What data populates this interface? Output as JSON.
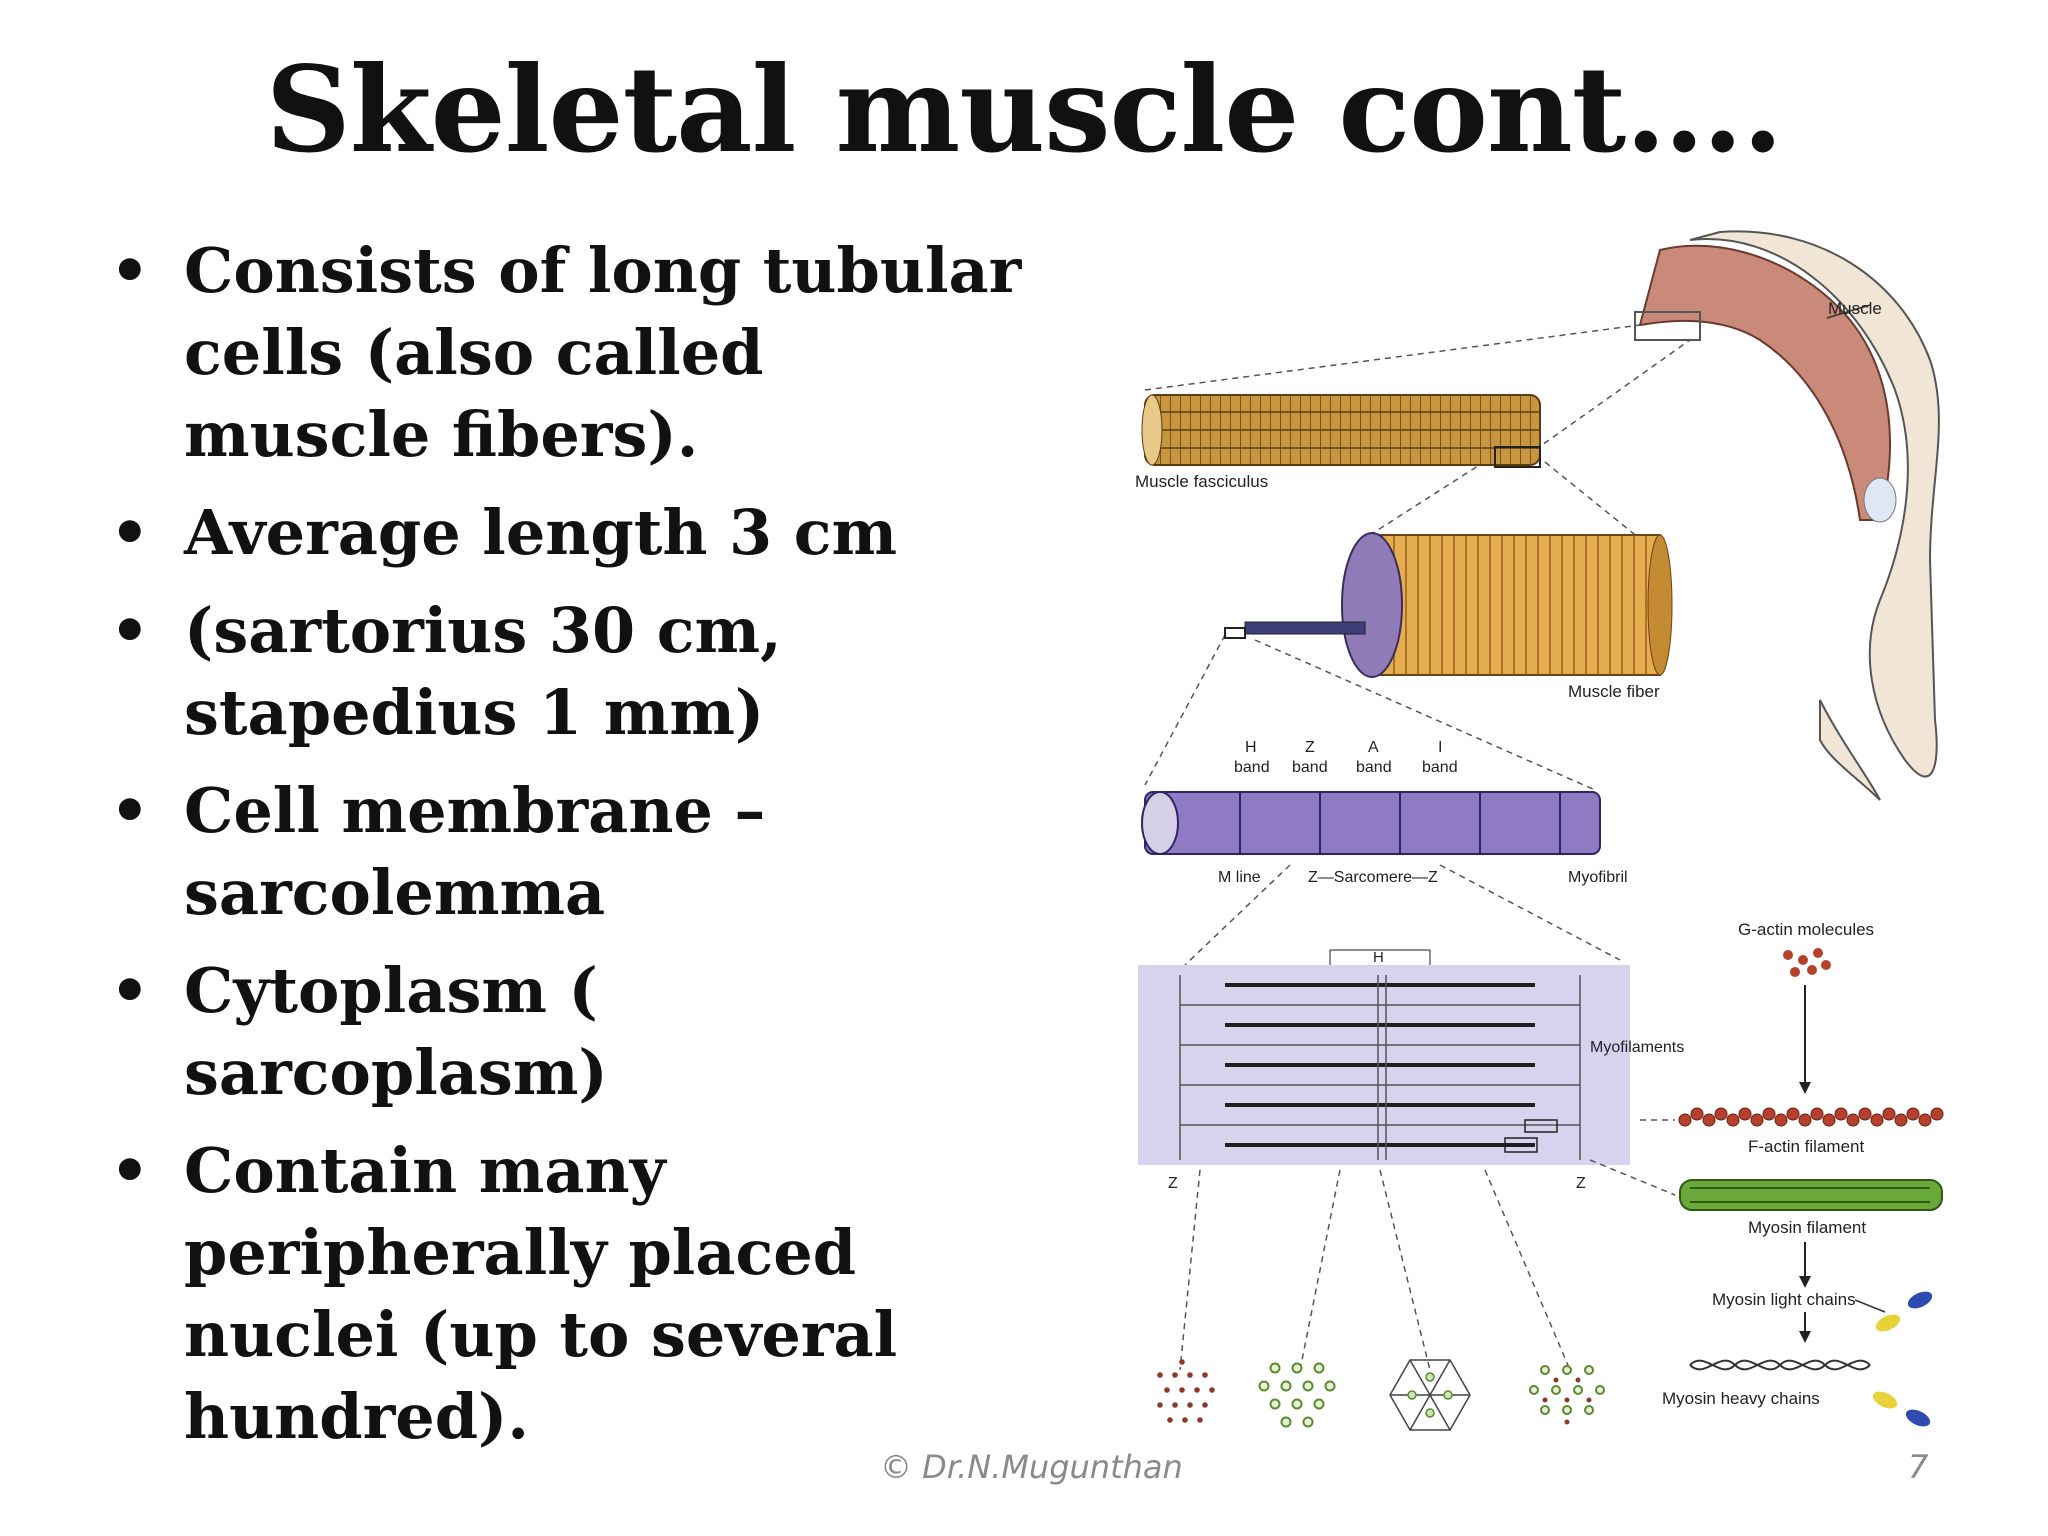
{
  "slide": {
    "title": "Skeletal muscle cont….",
    "bullets": [
      "Consists of long tubular cells (also called muscle fibers).",
      "Average length 3 cm",
      "(sartorius 30 cm, stapedius 1 mm)",
      "Cell membrane – sarcolemma",
      "Cytoplasm ( sarcoplasm)",
      "Contain many peripherally placed nuclei (up to several hundred)."
    ],
    "footer": "© Dr.N.Mugunthan",
    "page_number": "7"
  },
  "figure_labels": {
    "muscle": "Muscle",
    "muscle_fasciculus": "Muscle fasciculus",
    "muscle_fiber": "Muscle fiber",
    "h_band_1": "H",
    "h_band_2": "band",
    "z_band_1": "Z",
    "z_band_2": "band",
    "a_band_1": "A",
    "a_band_2": "band",
    "i_band_1": "I",
    "i_band_2": "band",
    "m_line": "M line",
    "sarcomere": "Z—Sarcomere—Z",
    "myofibril": "Myofibril",
    "h_zone": "H",
    "myofilaments": "Myofilaments",
    "z_left": "Z",
    "z_right": "Z",
    "g_actin": "G-actin molecules",
    "f_actin": "F-actin filament",
    "myosin_filament": "Myosin filament",
    "myosin_light": "Myosin light chains",
    "myosin_heavy": "Myosin heavy chains"
  },
  "colors": {
    "fasciculus": "#c8963e",
    "muscle_fiber": "#e6ad4f",
    "myofibril": "#8f7bc4",
    "myofilament_bg": "#d9d2ee",
    "actin": "#b5412c",
    "myosin": "#6aa83a",
    "skin": "#f1e6d6",
    "muscle": "#c98a7a"
  }
}
